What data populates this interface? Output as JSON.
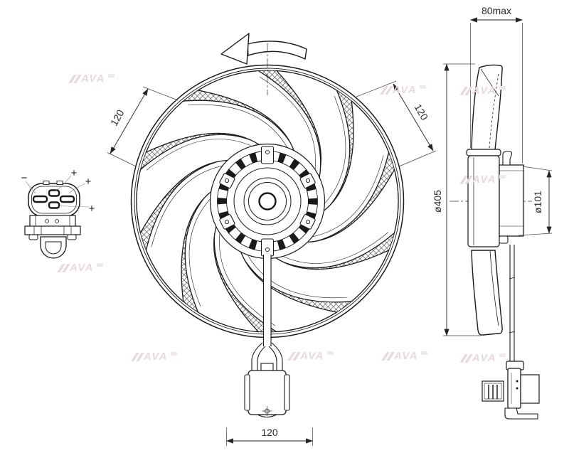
{
  "drawing": {
    "watermark_text": "AVA",
    "front_view": {
      "dim_left": "120",
      "dim_right": "120",
      "dim_bottom": "120"
    },
    "connector": {
      "minus": "−",
      "plus_top": "+",
      "plus_mid": "+",
      "plus_bottom": "+"
    },
    "side_view": {
      "dim_depth": "80max",
      "dim_fan_diameter": "ø405",
      "dim_motor_diameter": "ø101"
    }
  }
}
